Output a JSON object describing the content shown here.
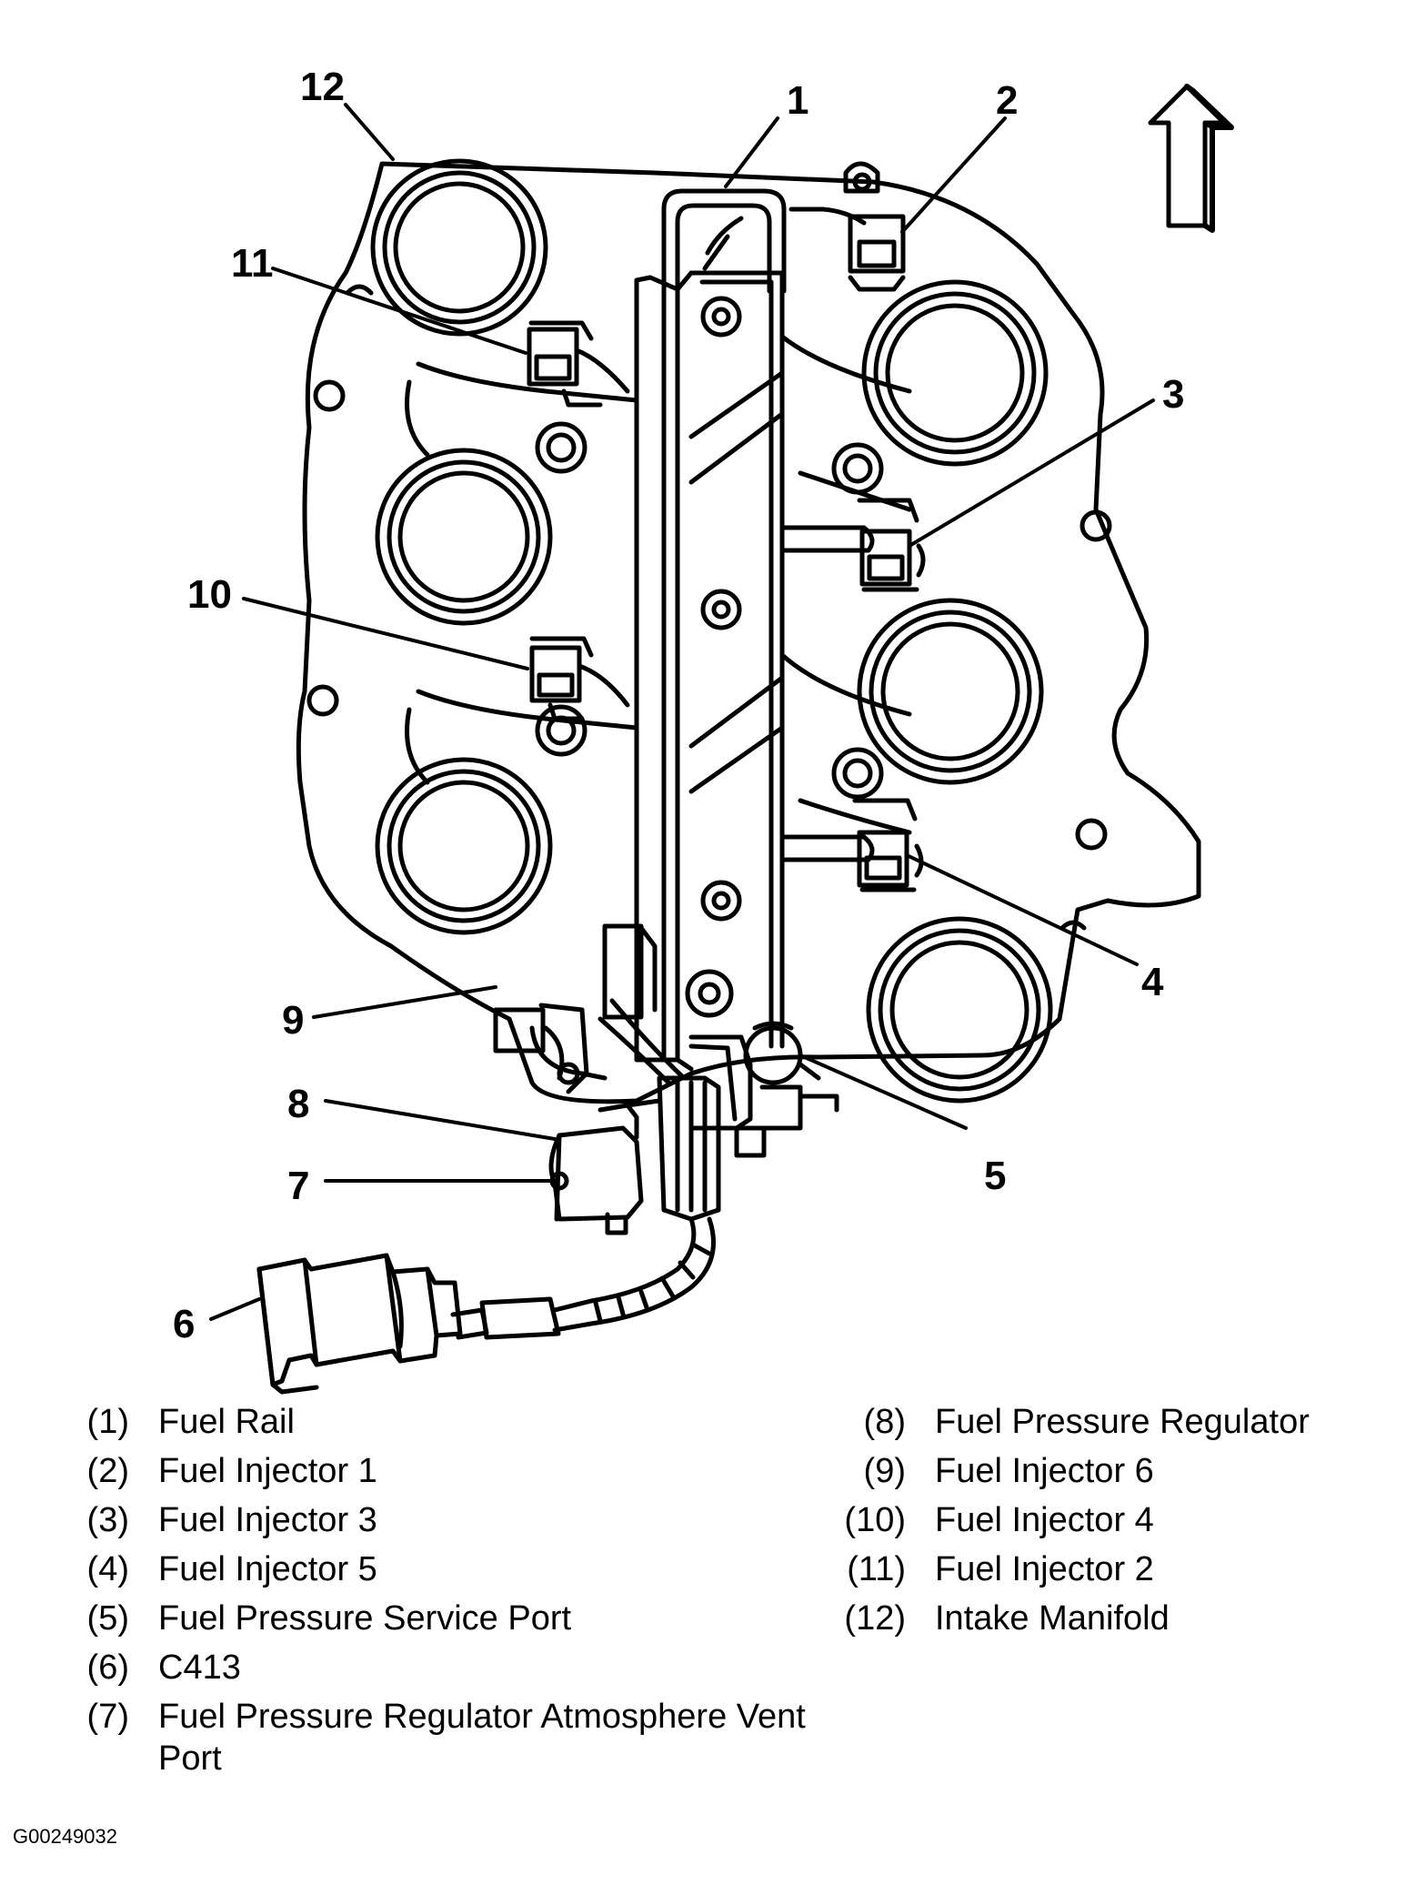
{
  "callouts": [
    {
      "num": "1",
      "name": "Fuel Rail"
    },
    {
      "num": "2",
      "name": "Fuel Injector 1"
    },
    {
      "num": "3",
      "name": "Fuel Injector 3"
    },
    {
      "num": "4",
      "name": "Fuel Injector 5"
    },
    {
      "num": "5",
      "name": "Fuel Pressure Service Port"
    },
    {
      "num": "6",
      "name": "C413"
    },
    {
      "num": "7",
      "name": "Fuel Pressure Regulator Atmosphere Vent Port"
    },
    {
      "num": "8",
      "name": "Fuel Pressure Regulator"
    },
    {
      "num": "9",
      "name": "Fuel Injector 6"
    },
    {
      "num": "10",
      "name": "Fuel Injector 4"
    },
    {
      "num": "11",
      "name": "Fuel Injector 2"
    },
    {
      "num": "12",
      "name": "Intake Manifold"
    }
  ],
  "legend_left": [
    {
      "num": "(1)",
      "text": "Fuel Rail"
    },
    {
      "num": "(2)",
      "text": "Fuel Injector 1"
    },
    {
      "num": "(3)",
      "text": "Fuel Injector 3"
    },
    {
      "num": "(4)",
      "text": "Fuel Injector 5"
    },
    {
      "num": "(5)",
      "text": "Fuel Pressure Service Port"
    },
    {
      "num": "(6)",
      "text": "C413"
    },
    {
      "num": "(7)",
      "text": "Fuel Pressure Regulator Atmosphere Vent Port"
    }
  ],
  "legend_right": [
    {
      "num": "(8)",
      "text": "Fuel Pressure Regulator"
    },
    {
      "num": "(9)",
      "text": "Fuel Injector 6"
    },
    {
      "num": "(10)",
      "text": "Fuel Injector 4"
    },
    {
      "num": "(11)",
      "text": "Fuel Injector 2"
    },
    {
      "num": "(12)",
      "text": "Intake Manifold"
    }
  ],
  "figure_id": "G00249032",
  "icons": {
    "direction_arrow": "up-arrow-icon"
  },
  "colors": {
    "ink": "#000000",
    "paper": "#ffffff"
  }
}
